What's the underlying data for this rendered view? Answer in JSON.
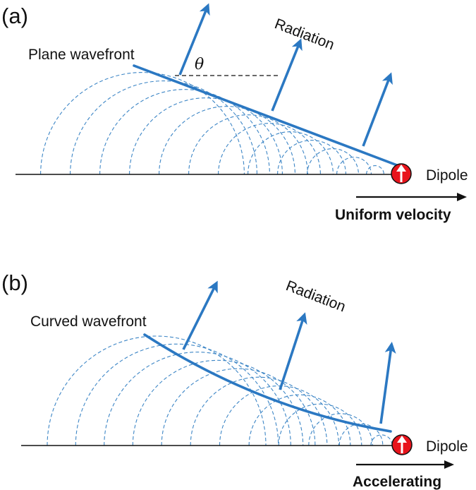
{
  "panels": [
    {
      "label": "(a)",
      "wavefront_label": "Plane wavefront",
      "radiation_label": "Radiation",
      "angle_symbol": "θ",
      "source_label": "Dipole",
      "motion_label": "Uniform velocity"
    },
    {
      "label": "(b)",
      "wavefront_label": "Curved wavefront",
      "radiation_label": "Radiation",
      "source_label": "Dipole",
      "motion_label": "Accelerating"
    }
  ],
  "colors": {
    "wave_blue": "#2b78c2",
    "arc_blue": "#3d86c6",
    "dipole_red": "#e8141c",
    "text": "#111111"
  }
}
